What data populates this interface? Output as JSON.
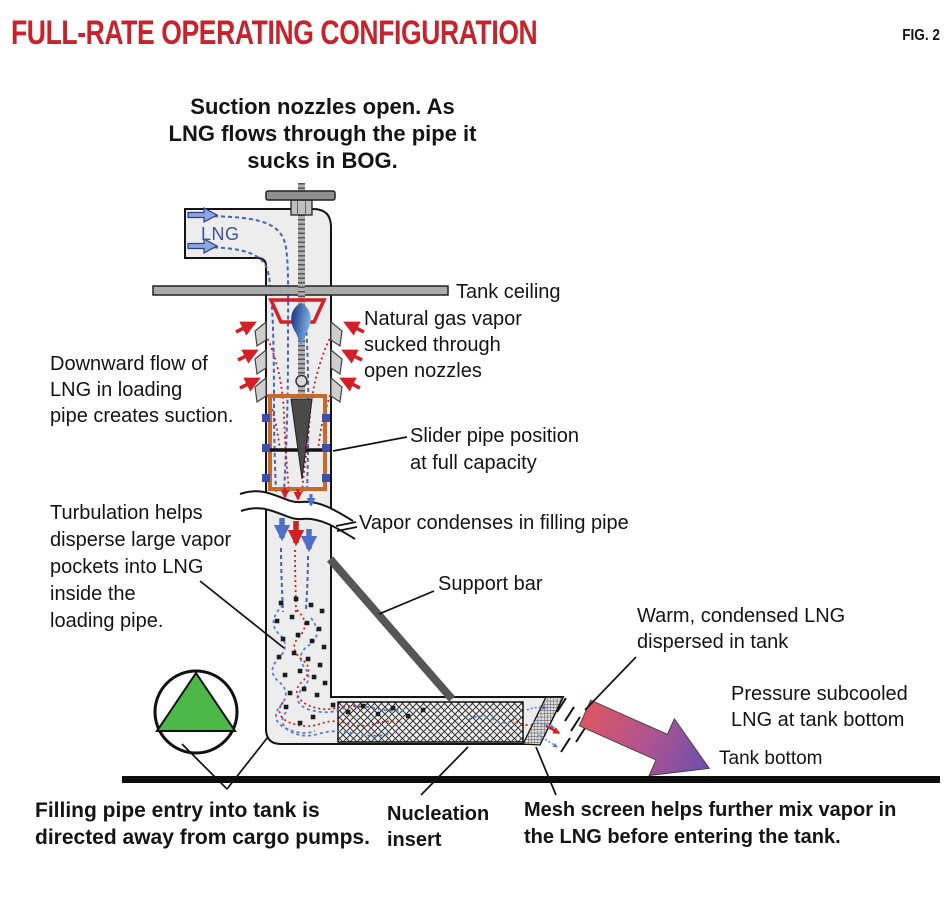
{
  "header": {
    "title": "FULL-RATE OPERATING CONFIGURATION",
    "figure": "FIG. 2"
  },
  "captions": {
    "top": "Suction nozzles open. As\nLNG flows through the pipe it\nsucks in BOG.",
    "filling_pipe": "Filling pipe entry into tank is\ndirected away from cargo pumps.",
    "nucleation": "Nucleation\ninsert",
    "mesh_screen": "Mesh screen helps further mix vapor in\nthe LNG before entering the tank."
  },
  "labels": {
    "lng": "LNG",
    "tank_ceiling": "Tank ceiling",
    "natural_gas": "Natural gas vapor\nsucked through\nopen nozzles",
    "downward_flow": "Downward flow of\nLNG in loading\npipe creates suction.",
    "slider": "Slider pipe position\nat full capacity",
    "vapor_condenses": "Vapor condenses in filling pipe",
    "turbulation": "Turbulation helps\ndisperse large vapor\npockets into LNG\ninside the\nloading pipe.",
    "support_bar": "Support bar",
    "warm_lng": "Warm, condensed LNG\ndispersed in tank",
    "pressure_lng": "Pressure subcooled\nLNG at tank bottom",
    "tank_bottom": "Tank bottom"
  },
  "colors": {
    "title-red": "#c8232c",
    "arrow-red": "#d41f26",
    "stream-blue": "#4a5fc0",
    "lng-blue": "#3f51a8",
    "pump-green": "#4cb848",
    "slider-orange": "#c96a2c",
    "teardrop-dark": "#10307d",
    "teardrop-light": "#7fb0e4",
    "dispersion-start": "#dc5663",
    "dispersion-mid": "#b05490",
    "dispersion-end": "#6a4fad",
    "pipe-fill": "#ededed",
    "support-gray": "#565656"
  }
}
